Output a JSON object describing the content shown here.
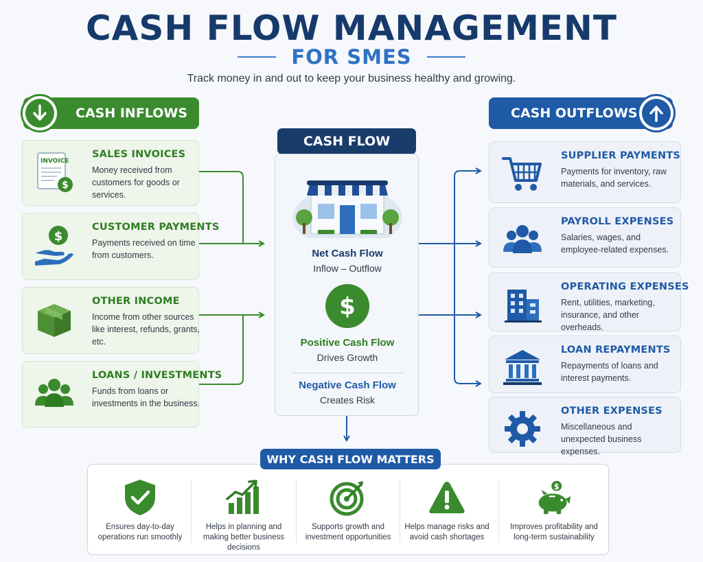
{
  "header": {
    "title": "CASH FLOW MANAGEMENT",
    "subtitle": "FOR SMES",
    "tagline": "Track money in and out to keep your business healthy and growing."
  },
  "inflows": {
    "label": "CASH INFLOWS",
    "icon": "arrow-down-icon",
    "items": [
      {
        "title": "SALES INVOICES",
        "desc": "Money received from customers for goods or services.",
        "icon": "invoice-icon",
        "icon_text": "INVOICE"
      },
      {
        "title": "CUSTOMER PAYMENTS",
        "desc": "Payments received on time from customers.",
        "icon": "hand-dollar-icon"
      },
      {
        "title": "OTHER INCOME",
        "desc": "Income from other sources like interest, refunds, grants, etc.",
        "icon": "box-icon"
      },
      {
        "title": "LOANS / INVESTMENTS",
        "desc": "Funds from loans or investments in the business.",
        "icon": "group-icon"
      }
    ]
  },
  "center": {
    "label": "CASH FLOW",
    "net_title": "Net Cash Flow",
    "net_formula": "Inflow – Outflow",
    "positive_title": "Positive Cash Flow",
    "positive_desc": "Drives Growth",
    "negative_title": "Negative Cash Flow",
    "negative_desc": "Creates Risk"
  },
  "outflows": {
    "label": "CASH OUTFLOWS",
    "icon": "arrow-up-icon",
    "items": [
      {
        "title": "SUPPLIER PAYMENTS",
        "desc": "Payments for inventory, raw materials, and services.",
        "icon": "cart-icon"
      },
      {
        "title": "PAYROLL EXPENSES",
        "desc": "Salaries, wages, and employee-related expenses.",
        "icon": "people-icon"
      },
      {
        "title": "OPERATING EXPENSES",
        "desc": "Rent, utilities, marketing, insurance, and other overheads.",
        "icon": "building-icon"
      },
      {
        "title": "LOAN REPAYMENTS",
        "desc": "Repayments of loans and interest payments.",
        "icon": "bank-icon"
      },
      {
        "title": "OTHER EXPENSES",
        "desc": "Miscellaneous and unexpected business expenses.",
        "icon": "gear-icon"
      }
    ]
  },
  "why": {
    "label": "WHY CASH FLOW MATTERS",
    "items": [
      {
        "text": "Ensures day-to-day operations run smoothly",
        "icon": "shield-check-icon"
      },
      {
        "text": "Helps in planning and making better business decisions",
        "icon": "growth-chart-icon"
      },
      {
        "text": "Supports growth and investment opportunities",
        "icon": "target-icon"
      },
      {
        "text": "Helps manage risks and avoid cash shortages",
        "icon": "warning-icon"
      },
      {
        "text": "Improves profitability and long-term sustainability",
        "icon": "piggy-bank-icon"
      }
    ]
  },
  "colors": {
    "navy": "#163a6b",
    "green": "#3a8a2e",
    "blue": "#1f5aa6"
  }
}
